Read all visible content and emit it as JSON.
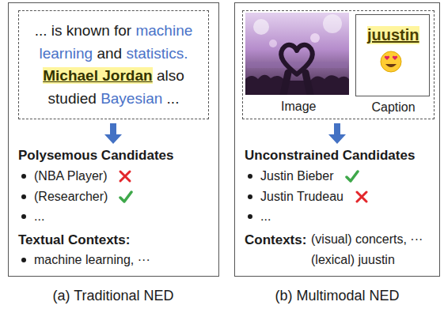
{
  "diagram": {
    "nodes": [
      {
        "text": [
          "Polysemous Candidates",
          "(NBA Player)",
          "(Researcher)",
          "...",
          "Textual Contexts:",
          "machine learning, ···"
        ]
      },
      {
        "text": [
          "... is known for",
          "machine learning",
          "and",
          "statistics.",
          "Michael Jordan",
          "also studied",
          "Bayesian",
          "..."
        ],
        "in": 0
      },
      {
        "text": [
          "Unconstrained Candidates",
          "Justin Bieber",
          "Justin Trudeau",
          "...",
          "Contexts:",
          "(visual) concerts, ···",
          "(lexical) juustin"
        ]
      },
      {
        "text": [
          "Image"
        ],
        "in": 2
      },
      {
        "text": [
          "juustin",
          "Caption"
        ],
        "in": 3
      }
    ],
    "labels": [
      "(a) Traditional NED",
      "(b) Multimodal NED"
    ]
  }
}
